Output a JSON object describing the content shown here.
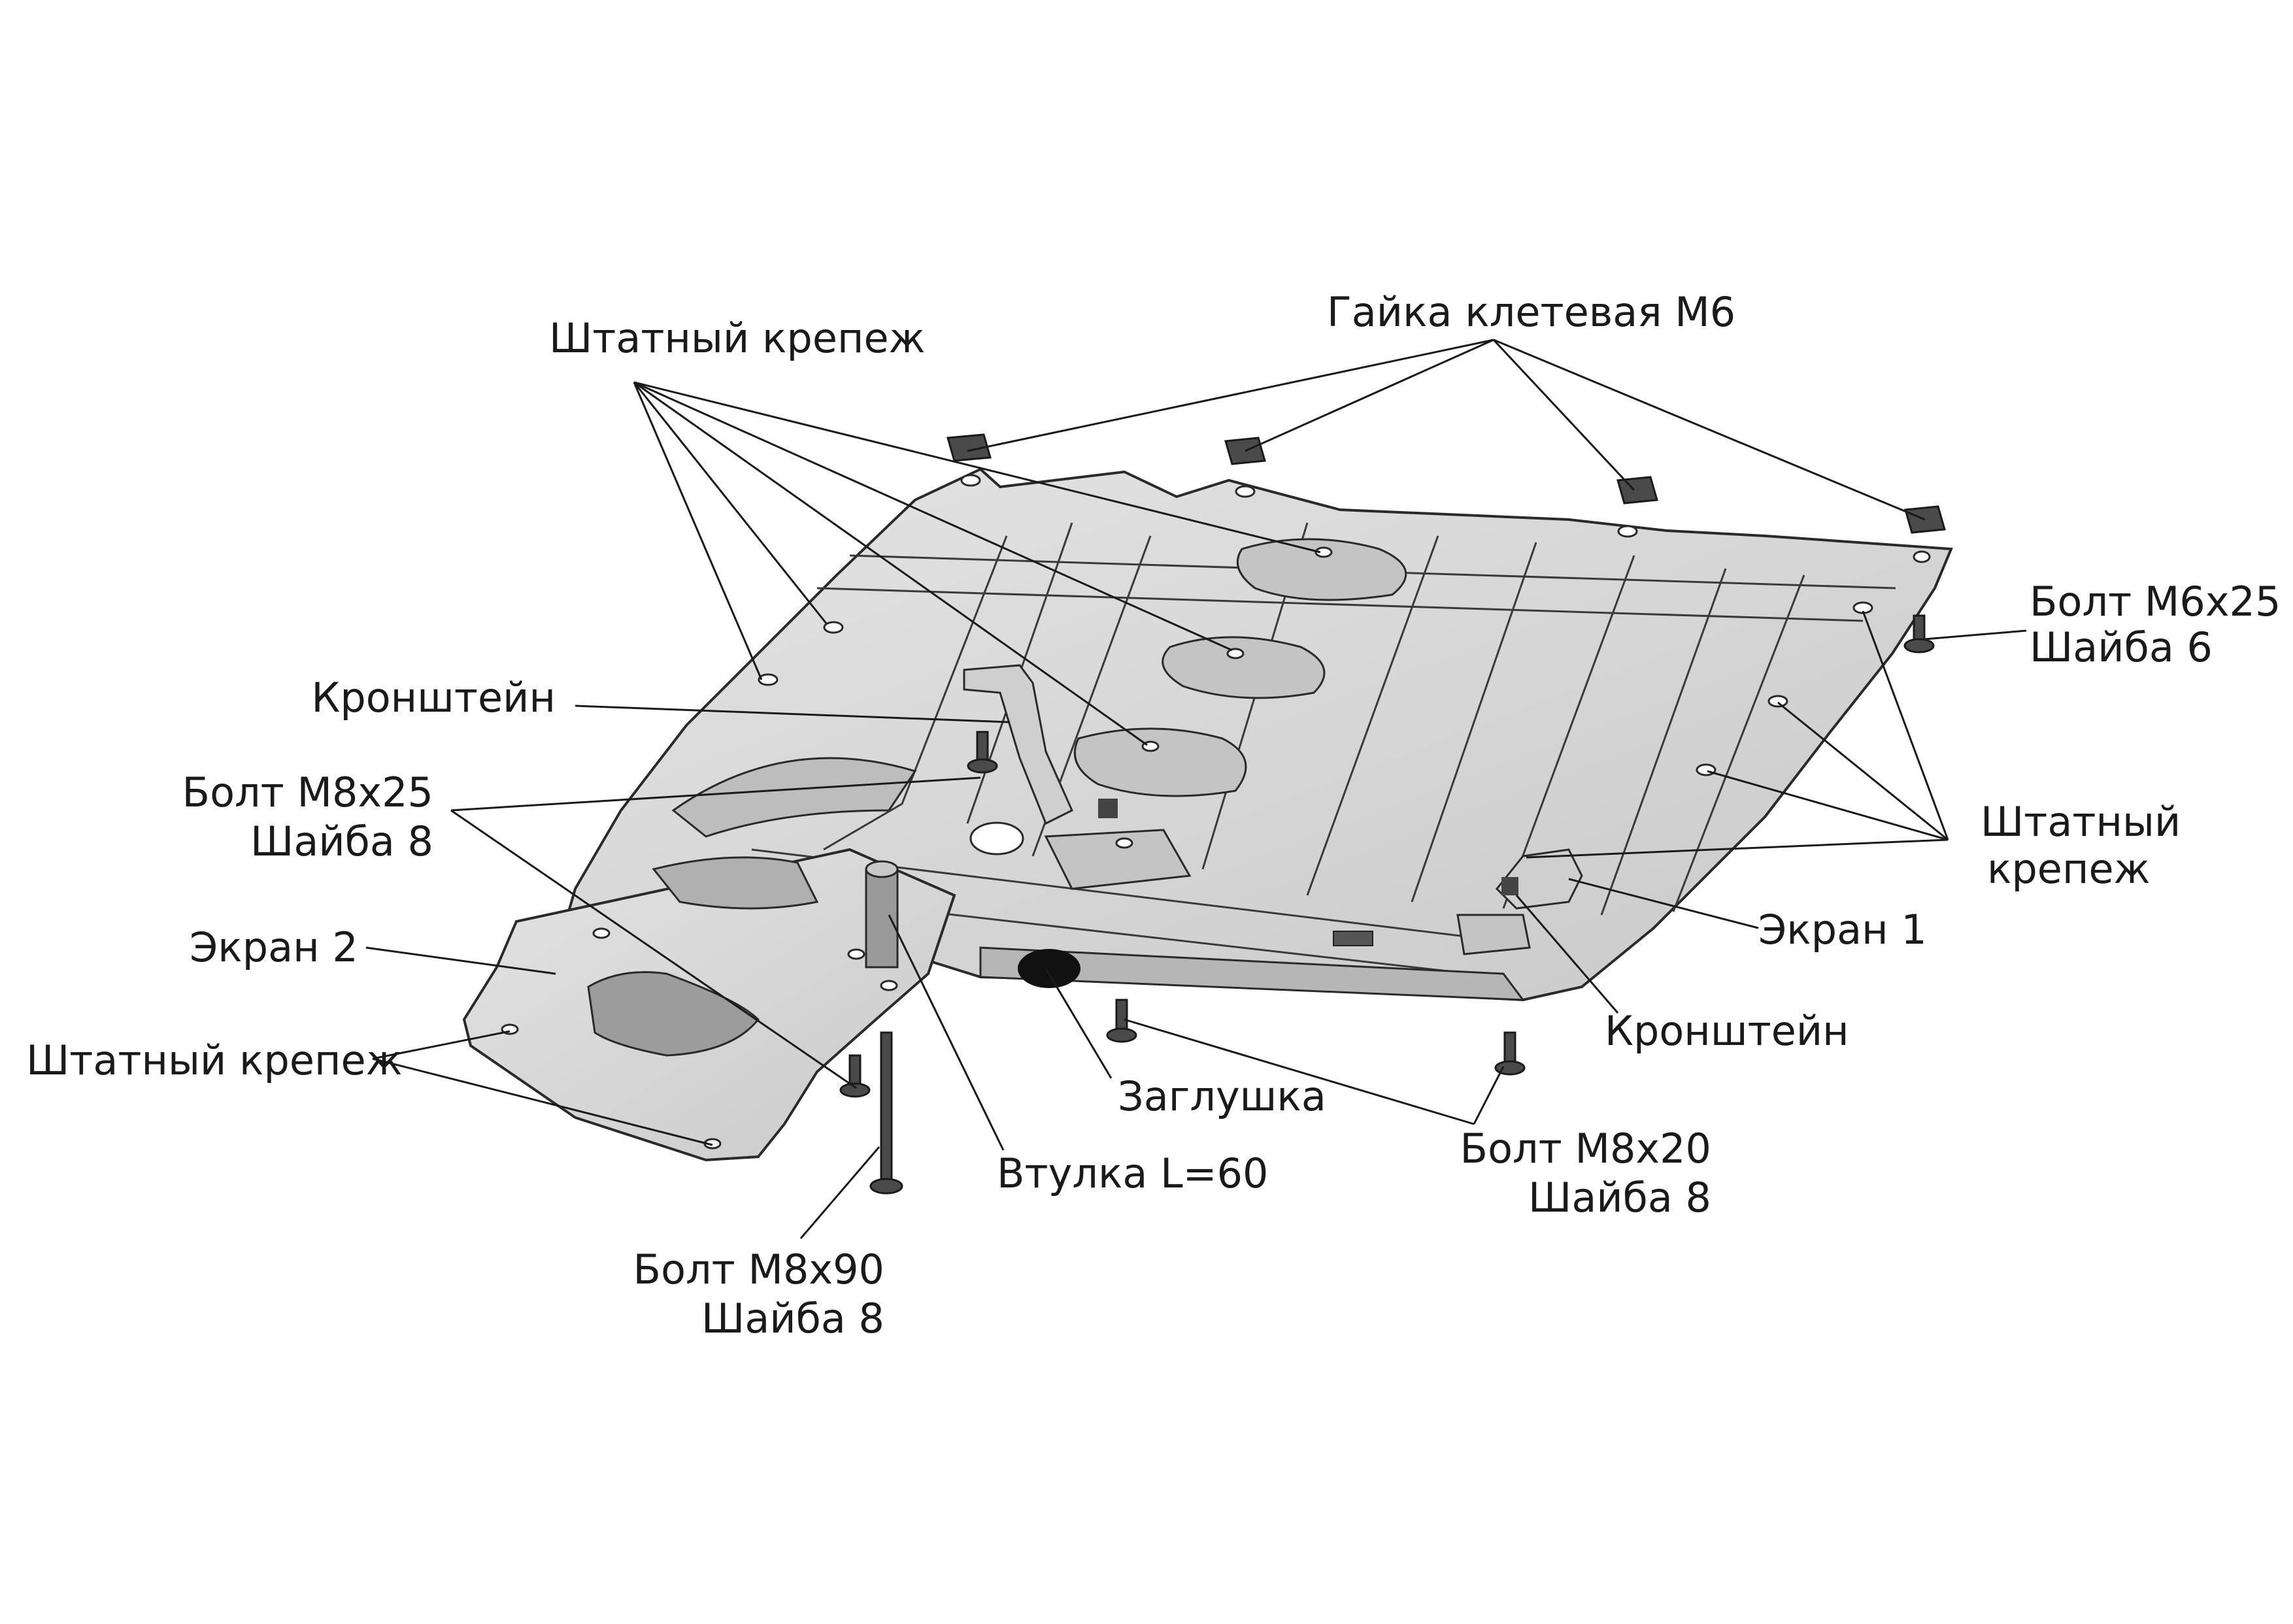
{
  "labels": {
    "standard_fasteners_top": "Штатный крепеж",
    "cage_nut": "Гайка клетевая М6",
    "bolt_m6x25": "Болт М6х25",
    "washer_6": "Шайба 6",
    "bracket_left": "Кронштейн",
    "bolt_m8x25": "Болт М8х25",
    "washer_8_a": "Шайба 8",
    "standard_fasteners_right_1": "Штатный",
    "standard_fasteners_right_2": "крепеж",
    "screen_1": "Экран 1",
    "screen_2": "Экран 2",
    "standard_fasteners_left": "Штатный крепеж",
    "bracket_right": "Кронштейн",
    "plug": "Заглушка",
    "sleeve": "Втулка L=60",
    "bolt_m8x20": "Болт М8х20",
    "washer_8_b": "Шайба 8",
    "bolt_m8x90": "Болт М8х90",
    "washer_8_c": "Шайба 8"
  },
  "colors": {
    "plate_fill": "#d6d6d6",
    "plate_light": "#e6e6e6",
    "plate_dark": "#b4b4b4",
    "line": "#2a2a2a",
    "hardware": "#4a4a4a",
    "plug": "#111111"
  }
}
